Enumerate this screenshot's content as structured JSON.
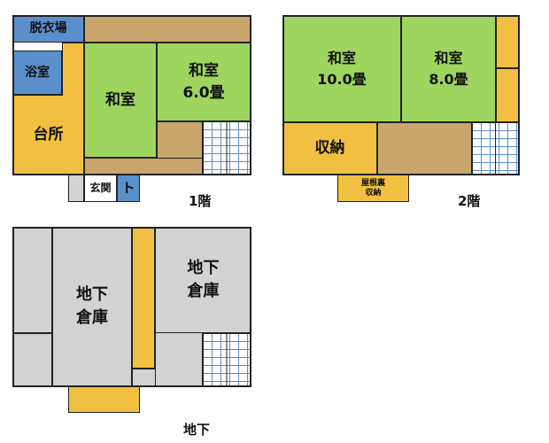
{
  "floor1": {
    "label": "1階",
    "rooms": {
      "dressing": "脱衣場",
      "bath": "浴室",
      "kitchen": "台所",
      "washitsu_a": "和室",
      "washitsu_b": "和室\n6.0畳",
      "entrance": "玄関",
      "toilet": "ト"
    }
  },
  "floor2": {
    "label": "2階",
    "rooms": {
      "washitsu_10": "和室\n10.0畳",
      "washitsu_8": "和室\n8.0畳",
      "storage": "収納",
      "attic": "屋根裏\n収納"
    }
  },
  "basement": {
    "label": "地下",
    "rooms": {
      "storehouse_left": "地下\n倉庫",
      "storehouse_right": "地下\n倉庫"
    }
  },
  "colors": {
    "washitsu": "#9ed55f",
    "wet_area": "#5b8fcb",
    "storage_kitchen": "#f2c040",
    "corridor": "#c9a66b",
    "basement": "#d3d3d3"
  }
}
